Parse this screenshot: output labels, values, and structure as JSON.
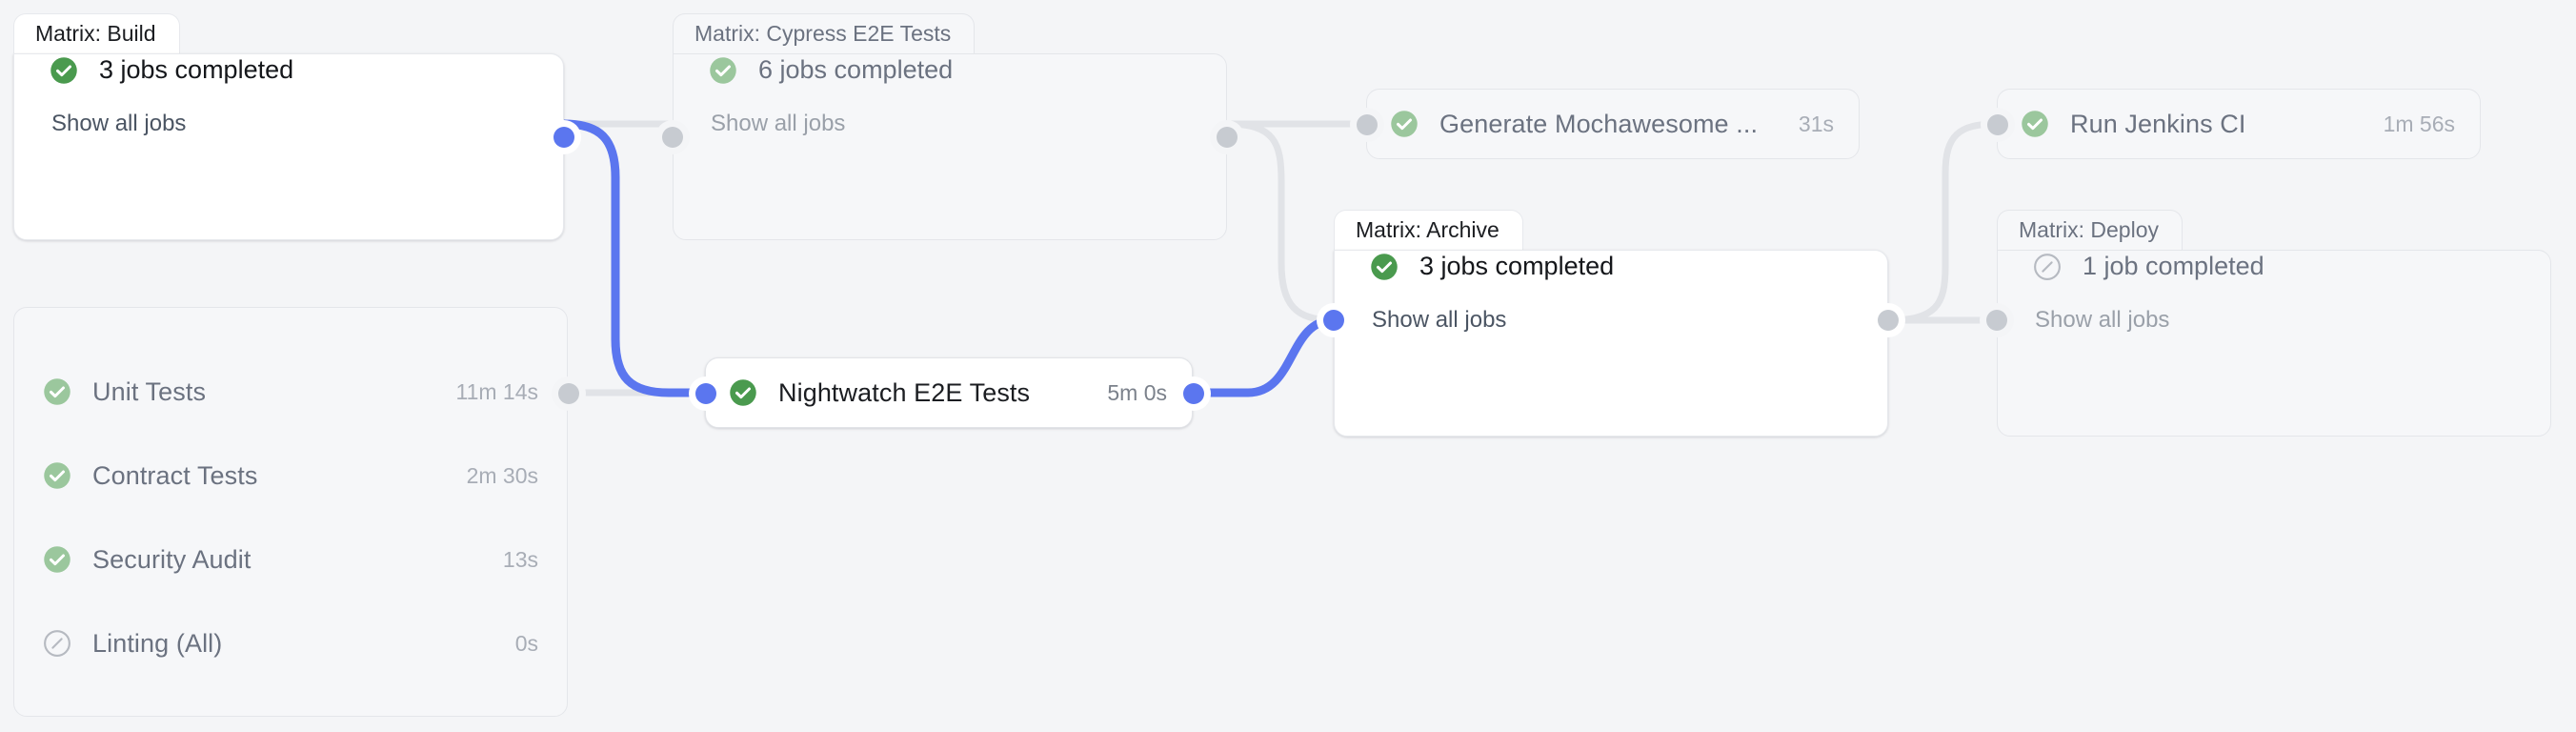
{
  "theme": {
    "background": "#f4f5f7",
    "card_active_bg": "#ffffff",
    "card_dim_bg": "#f6f7f9",
    "border": "#e4e6ea",
    "edge_grey": "#e1e3e7",
    "edge_active": "#5b76ef",
    "success_green": "#4a9a4e",
    "success_green_dim": "#9bc79d",
    "skipped_grey": "#b6bac1",
    "text_active": "#15171b",
    "text_dim": "#6b7280",
    "time_dim": "#a8adb6"
  },
  "graph": {
    "title": "ci-pipeline-graph",
    "nodes": [
      {
        "id": "matrix-build",
        "type": "group",
        "tab_label": "Matrix: Build",
        "summary": "3 jobs completed",
        "show_all": "Show all jobs",
        "status_icon": "success-check-icon",
        "state": "active"
      },
      {
        "id": "build-children",
        "type": "stack",
        "state": "dim",
        "rows": [
          {
            "label": "Unit Tests",
            "time": "11m 14s",
            "status_icon": "success-check-icon"
          },
          {
            "label": "Contract Tests",
            "time": "2m 30s",
            "status_icon": "success-check-icon"
          },
          {
            "label": "Security Audit",
            "time": "13s",
            "status_icon": "success-check-icon"
          },
          {
            "label": "Linting (All)",
            "time": "0s",
            "status_icon": "skipped-slash-icon"
          }
        ]
      },
      {
        "id": "matrix-cypress",
        "type": "group",
        "tab_label": "Matrix: Cypress E2E Tests",
        "summary": "6 jobs completed",
        "show_all": "Show all jobs",
        "status_icon": "success-check-icon",
        "state": "dim"
      },
      {
        "id": "nightwatch",
        "type": "job",
        "label": "Nightwatch E2E Tests",
        "time": "5m 0s",
        "status_icon": "success-check-icon",
        "state": "active"
      },
      {
        "id": "mochawesome",
        "type": "job",
        "label": "Generate Mochawesome ...",
        "time": "31s",
        "status_icon": "success-check-icon",
        "state": "dim"
      },
      {
        "id": "matrix-archive",
        "type": "group",
        "tab_label": "Matrix: Archive",
        "summary": "3 jobs completed",
        "show_all": "Show all jobs",
        "status_icon": "success-check-icon",
        "state": "active"
      },
      {
        "id": "jenkins",
        "type": "job",
        "label": "Run Jenkins CI",
        "time": "1m 56s",
        "status_icon": "success-check-icon",
        "state": "dim"
      },
      {
        "id": "matrix-deploy",
        "type": "group",
        "tab_label": "Matrix: Deploy",
        "summary": "1 job completed",
        "show_all": "Show all jobs",
        "status_icon": "skipped-slash-icon",
        "state": "dim"
      }
    ],
    "edges": [
      {
        "from": "matrix-build",
        "to": "matrix-cypress",
        "state": "dim"
      },
      {
        "from": "matrix-build",
        "to": "nightwatch",
        "state": "active"
      },
      {
        "from": "build-children",
        "to": "nightwatch",
        "state": "dim"
      },
      {
        "from": "matrix-cypress",
        "to": "mochawesome",
        "state": "dim"
      },
      {
        "from": "matrix-cypress",
        "to": "matrix-archive",
        "state": "dim"
      },
      {
        "from": "nightwatch",
        "to": "matrix-archive",
        "state": "active"
      },
      {
        "from": "matrix-archive",
        "to": "jenkins",
        "state": "dim"
      },
      {
        "from": "matrix-archive",
        "to": "matrix-deploy",
        "state": "dim"
      }
    ]
  }
}
